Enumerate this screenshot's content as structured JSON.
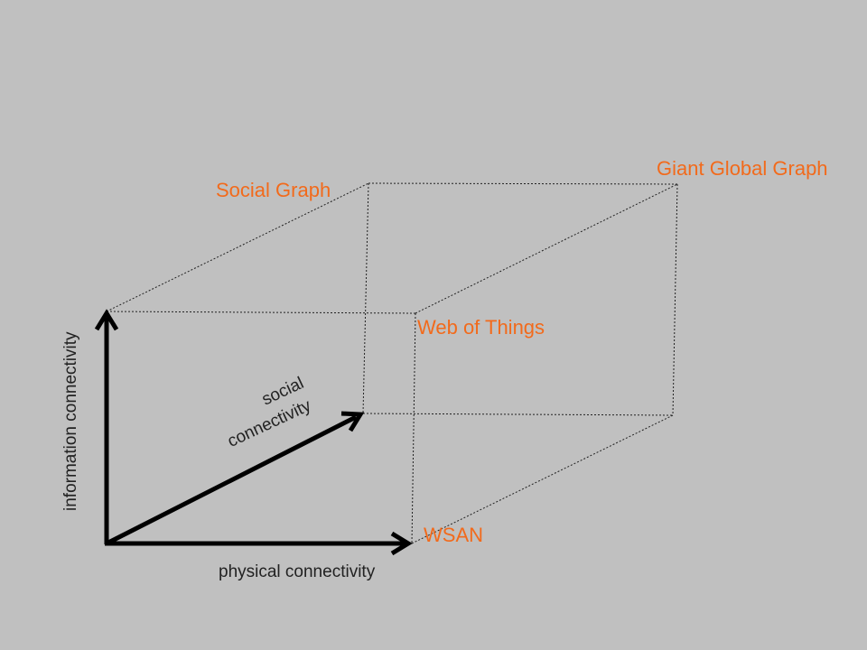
{
  "diagram": {
    "corners": {
      "social_graph": "Social Graph",
      "giant_global_graph": "Giant Global Graph",
      "web_of_things": "Web of Things",
      "wsan": "WSAN"
    },
    "axes": {
      "information": "information connectivity",
      "social_line1": "social",
      "social_line2": "connectivity",
      "physical": "physical connectivity"
    }
  },
  "colors": {
    "background": "#c0c0c0",
    "corner_label": "#f26a1b",
    "axis": "#000000"
  }
}
